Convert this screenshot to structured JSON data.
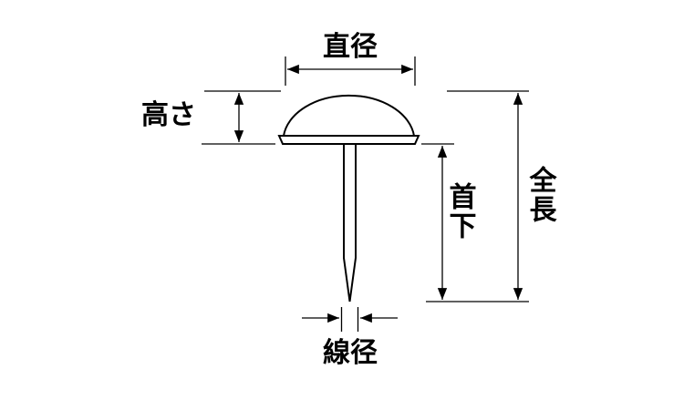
{
  "diagram": {
    "title": "tack-dimension-diagram",
    "labels": {
      "diameter": "直径",
      "height": "高さ",
      "under_head": "首下",
      "total_length": "全長",
      "wire_diameter": "線径"
    },
    "colors": {
      "line": "#000000",
      "background": "#ffffff"
    }
  }
}
